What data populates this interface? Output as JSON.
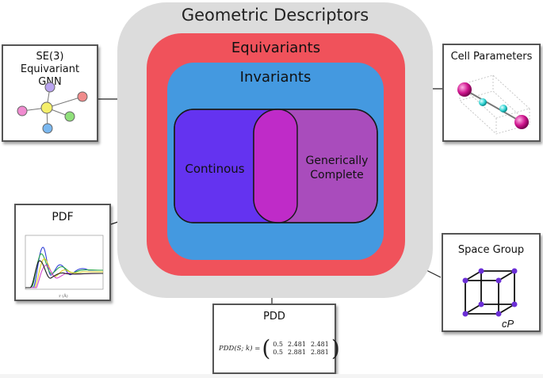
{
  "diagram": {
    "outer_title": "Geometric Descriptors",
    "equivariants_title": "Equivariants",
    "invariants_title": "Invariants",
    "continuous_label": "Continous",
    "complete_label": "Generically Complete"
  },
  "callouts": {
    "se3": {
      "title": "SE(3) Equivariant GNN"
    },
    "cell": {
      "title": "Cell Parameters"
    },
    "pdf": {
      "title": "PDF"
    },
    "space_group": {
      "title": "Space Group",
      "lattice_label": "cP"
    },
    "pdd": {
      "title": "PDD",
      "formula_lhs": "PDD(S; k) =",
      "matrix": [
        [
          "0.5",
          "2.481",
          "2.481"
        ],
        [
          "0.5",
          "2.881",
          "2.881"
        ]
      ]
    }
  },
  "colors": {
    "outer": "#dcdcdc",
    "equivariants": "#f0525b",
    "invariants": "#4499e0",
    "continuous": "#6433f0",
    "complete": "#a94cbc",
    "overlap": "#bf2bc8"
  }
}
